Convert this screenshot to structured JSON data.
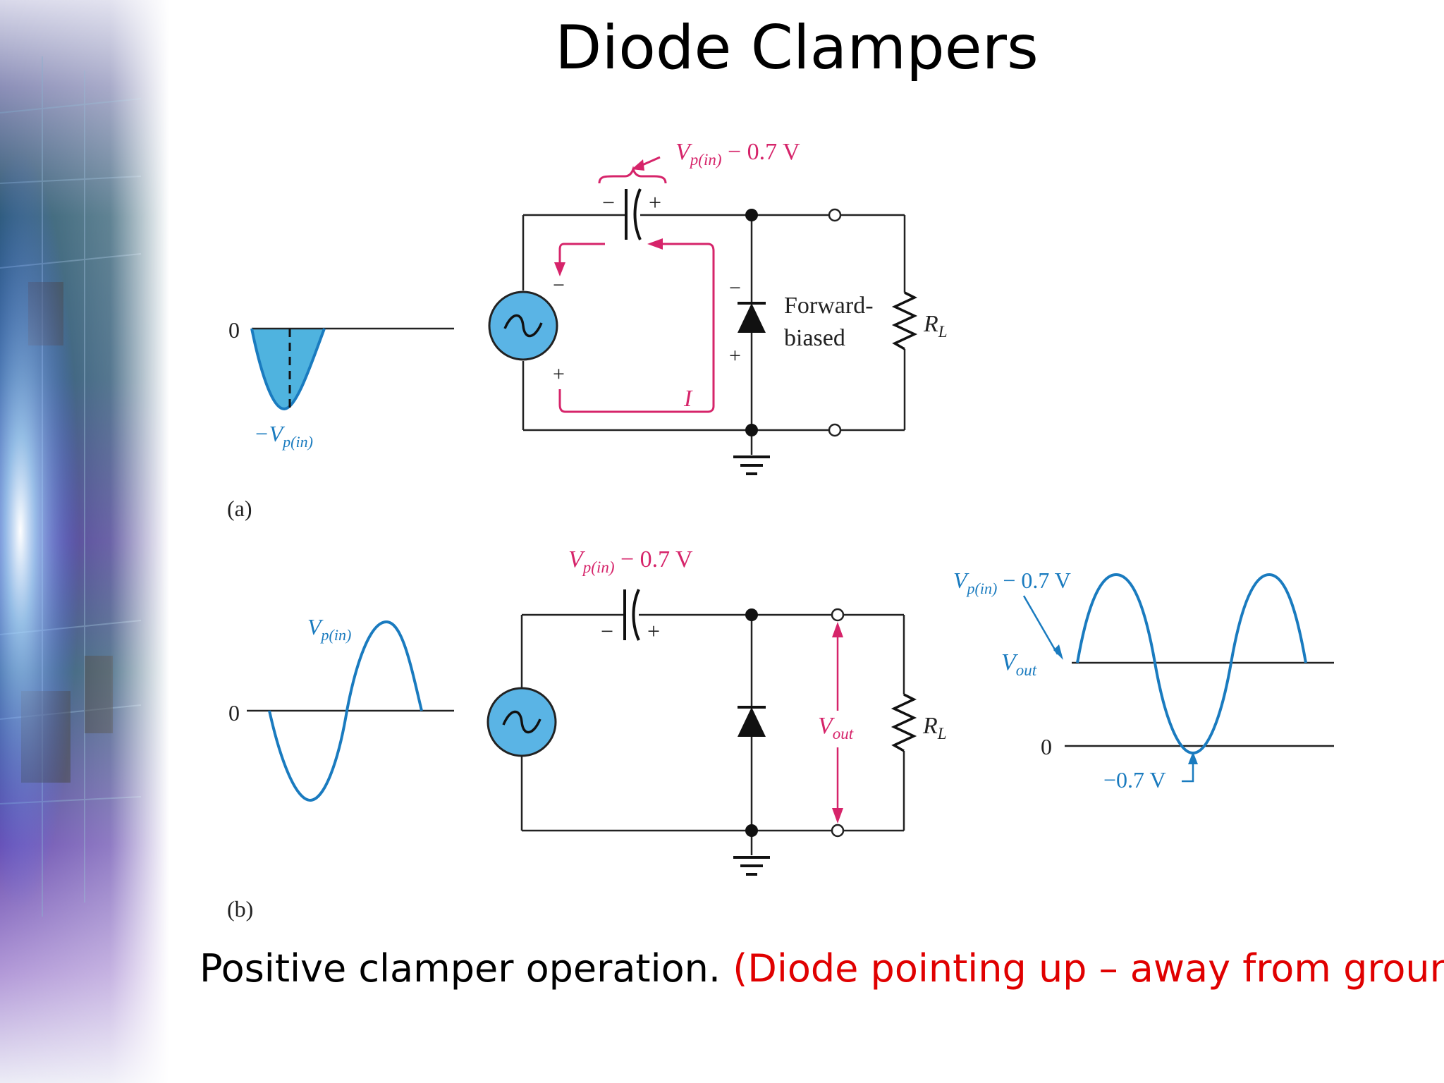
{
  "title": "Diode Clampers",
  "caption": {
    "main": "Positive clamper operation.",
    "note": "(Diode pointing up – away from ground)"
  },
  "colors": {
    "wave": "#1a7bbf",
    "wave_fill": "#4fb3df",
    "current": "#d6246a",
    "source_fill": "#5ab4e5",
    "caption_note": "#e00000"
  },
  "icons": {
    "source": "ac-source-icon",
    "ground": "ground-icon",
    "diode": "diode-icon",
    "resistor": "resistor-icon",
    "capacitor": "capacitor-icon"
  },
  "panel_a": {
    "label": "(a)",
    "zero": "0",
    "neg_peak": "−V",
    "neg_peak_sub": "p(in)",
    "cap_voltage": "V",
    "cap_voltage_sub": "p(in)",
    "cap_voltage_tail": " − 0.7 V",
    "cap_minus": "−",
    "cap_plus": "+",
    "src_minus": "−",
    "src_plus": "+",
    "diode_minus": "−",
    "diode_plus": "+",
    "diode_state_1": "Forward-",
    "diode_state_2": "biased",
    "current": "I",
    "load": "R",
    "load_sub": "L"
  },
  "panel_b": {
    "label": "(b)",
    "zero": "0",
    "peak": "V",
    "peak_sub": "p(in)",
    "cap_voltage": "V",
    "cap_voltage_sub": "p(in)",
    "cap_voltage_tail": " − 0.7 V",
    "cap_minus": "−",
    "cap_plus": "+",
    "vout": "V",
    "vout_sub": "out",
    "load": "R",
    "load_sub": "L"
  },
  "output_graph": {
    "level_label": "V",
    "level_label_sub": "p(in)",
    "level_label_tail": " − 0.7 V",
    "vout": "V",
    "vout_sub": "out",
    "zero": "0",
    "min_label": "−0.7 V"
  }
}
